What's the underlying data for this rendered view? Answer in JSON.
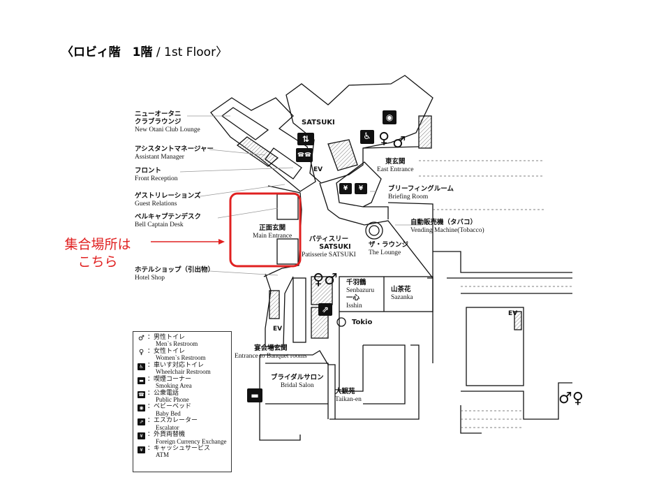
{
  "header": {
    "floor_ja": "〈ロビィ階　1階",
    "floor_en": " / 1st Floor〉"
  },
  "callout": {
    "line1": "集合場所は",
    "line2": "こちら",
    "color": "#e02020"
  },
  "left_labels": [
    {
      "ja": "ニューオータニ",
      "ja2": "クラブラウンジ",
      "en": "New Otani Club Lounge"
    },
    {
      "ja": "アシスタントマネージャー",
      "en": "Assistant Manager"
    },
    {
      "ja": "フロント",
      "en": "Front Reception"
    },
    {
      "ja": "ゲストリレーションズ",
      "en": "Guest Relations"
    },
    {
      "ja": "ベルキャプテンデスク",
      "en": "Bell Captain Desk"
    },
    {
      "ja": "ホテルショップ（引出物）",
      "en": "Hotel Shop"
    }
  ],
  "places": {
    "satsuki": "SATSUKI",
    "main_entrance": {
      "ja": "正面玄関",
      "en": "Main Entrance"
    },
    "patisserie": {
      "ja": "パティスリー",
      "brand": "SATSUKI",
      "en": "Patisserie SATSUKI"
    },
    "lounge": {
      "ja": "ザ・ラウンジ",
      "en": "The Lounge"
    },
    "east_entrance": {
      "ja": "東玄関",
      "en": "East Entrance"
    },
    "briefing": {
      "ja": "ブリーフィングルーム",
      "en": "Briefing Room"
    },
    "vending": {
      "ja": "自動販売機（タバコ）",
      "en": "Vending Machine(Tobacco)"
    },
    "senbazuru": {
      "ja": "千羽鶴",
      "en": "Senbazuru"
    },
    "isshin": {
      "ja": "一心",
      "en": "Isshin"
    },
    "sazanka": {
      "ja": "山茶花",
      "en": "Sazanka"
    },
    "tokio": "Tokio",
    "banquet_entrance": {
      "ja": "宴会場玄関",
      "en": "Entrance to Banquet rooms"
    },
    "bridal": {
      "ja": "ブライダルサロン",
      "en": "Bridal Salon"
    },
    "taikanen": {
      "ja": "大観苑",
      "en": "Taikan-en"
    },
    "ev": "EV"
  },
  "legend": [
    {
      "icon": "man-icon",
      "glyph": "♂",
      "ja": "：男性トイレ",
      "en": "Men`s Restroom"
    },
    {
      "icon": "woman-icon",
      "glyph": "♀",
      "ja": "：女性トイレ",
      "en": "Women`s Restroom"
    },
    {
      "icon": "wheelchair-icon",
      "glyph": "♿",
      "ja": "：車いす対応トイレ",
      "en": "Wheelchair Restroom"
    },
    {
      "icon": "smoking-icon",
      "glyph": "▬",
      "ja": "：喫煙コーナー",
      "en": "Smoking Area"
    },
    {
      "icon": "phone-icon",
      "glyph": "☎",
      "ja": "：公衆電話",
      "en": "Public Phone"
    },
    {
      "icon": "baby-bed-icon",
      "glyph": "◉",
      "ja": "：ベビーベッド",
      "en": "Baby Bed"
    },
    {
      "icon": "escalator-icon",
      "glyph": "⇗",
      "ja": "：エスカレーター",
      "en": "Escalator"
    },
    {
      "icon": "currency-exchange-icon",
      "glyph": "¥",
      "ja": "：外貨両替機",
      "en": "Foreign Currency Exchange"
    },
    {
      "icon": "atm-icon",
      "glyph": "¥",
      "ja": "：キャッシュサービス",
      "en": "ATM"
    }
  ],
  "colors": {
    "highlight": "#e02020",
    "wall": "#111111",
    "hatch": "#777777",
    "leader": "#999999"
  }
}
